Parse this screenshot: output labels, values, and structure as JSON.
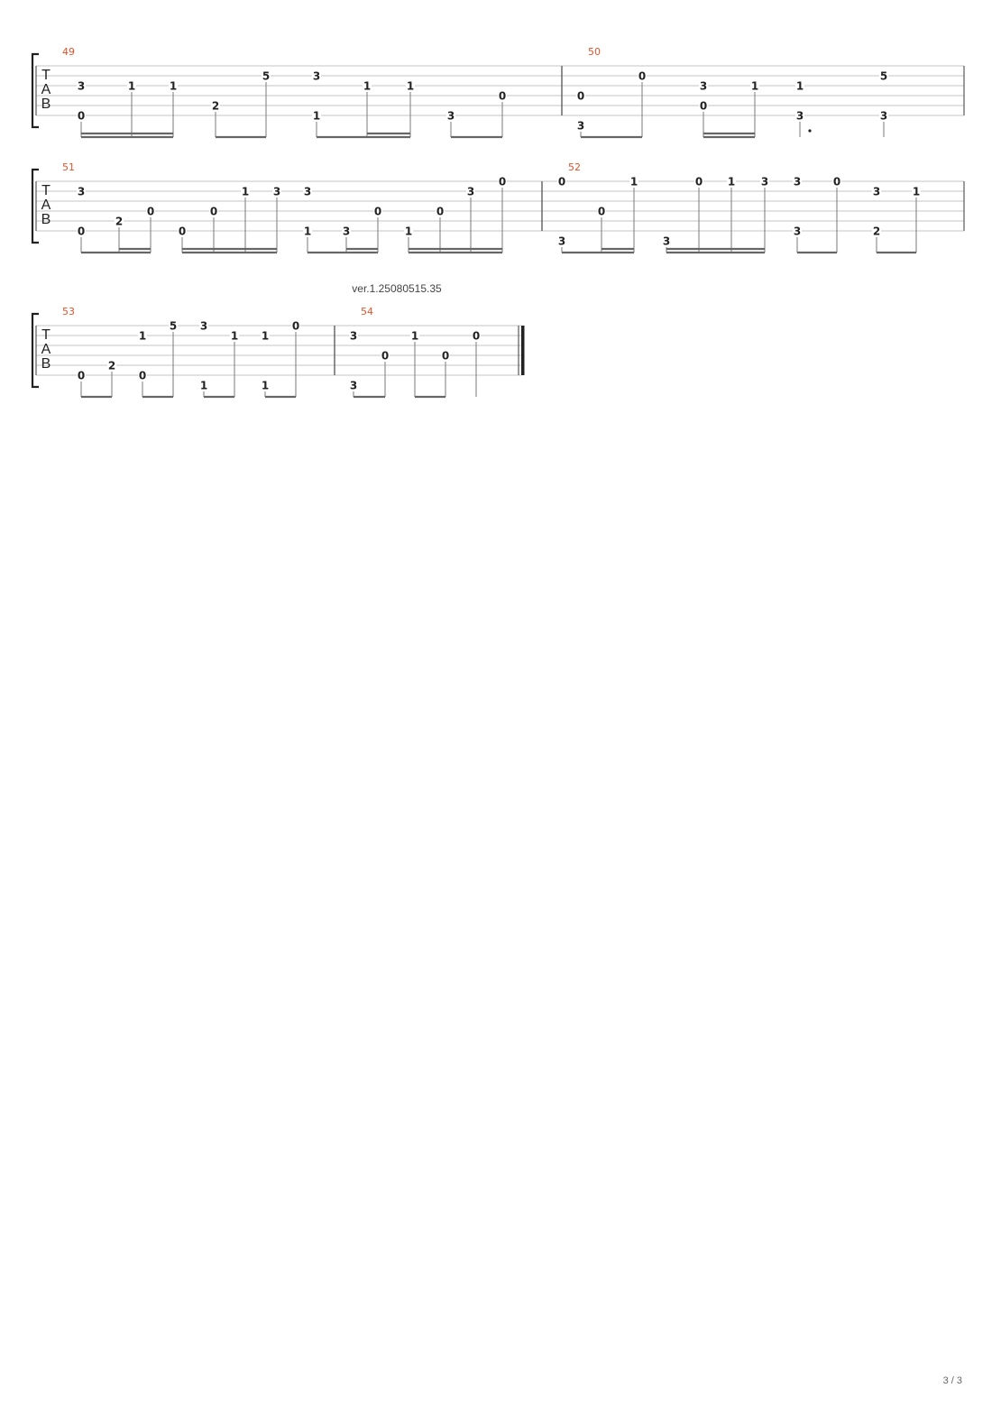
{
  "document": {
    "version_label": "ver.1.25080515.35",
    "page_label": "3 / 3"
  },
  "tab_labels": [
    "T",
    "A",
    "B"
  ],
  "systems": [
    {
      "measures": [
        {
          "number": "49",
          "notes": [
            {
              "s": 2,
              "f": "3"
            },
            {
              "s": 5,
              "f": "0"
            },
            {
              "s": 2,
              "f": "1"
            },
            {
              "s": 2,
              "f": "1"
            },
            {
              "s": 4,
              "f": "2"
            },
            {
              "s": 1,
              "f": "5"
            },
            {
              "s": 1,
              "f": "3"
            },
            {
              "s": 5,
              "f": "1"
            },
            {
              "s": 2,
              "f": "1"
            },
            {
              "s": 2,
              "f": "1"
            },
            {
              "s": 5,
              "f": "3"
            },
            {
              "s": 3,
              "f": "0"
            }
          ]
        },
        {
          "number": "50",
          "notes": [
            {
              "s": 3,
              "f": "0"
            },
            {
              "s": 6,
              "f": "3"
            },
            {
              "s": 1,
              "f": "0"
            },
            {
              "s": 2,
              "f": "3"
            },
            {
              "s": 4,
              "f": "0"
            },
            {
              "s": 2,
              "f": "1"
            },
            {
              "s": 2,
              "f": "1"
            },
            {
              "s": 5,
              "f": "3"
            },
            {
              "s": 1,
              "f": "5"
            },
            {
              "s": 5,
              "f": "3"
            }
          ]
        }
      ]
    },
    {
      "measures": [
        {
          "number": "51",
          "notes": [
            {
              "s": 1,
              "f": "3"
            },
            {
              "s": 5,
              "f": "0"
            },
            {
              "s": 4,
              "f": "2"
            },
            {
              "s": 3,
              "f": "0"
            },
            {
              "s": 5,
              "f": "0"
            },
            {
              "s": 3,
              "f": "0"
            },
            {
              "s": 1,
              "f": "1"
            },
            {
              "s": 1,
              "f": "3"
            },
            {
              "s": 1,
              "f": "3"
            },
            {
              "s": 5,
              "f": "1"
            },
            {
              "s": 5,
              "f": "3"
            },
            {
              "s": 3,
              "f": "0"
            },
            {
              "s": 5,
              "f": "1"
            },
            {
              "s": 3,
              "f": "0"
            },
            {
              "s": 1,
              "f": "3"
            },
            {
              "s": 0,
              "f": "0"
            }
          ]
        },
        {
          "number": "52",
          "notes": [
            {
              "s": 0,
              "f": "0"
            },
            {
              "s": 6,
              "f": "3"
            },
            {
              "s": 3,
              "f": "0"
            },
            {
              "s": 0,
              "f": "1"
            },
            {
              "s": 6,
              "f": "3"
            },
            {
              "s": 0,
              "f": "0"
            },
            {
              "s": 0,
              "f": "1"
            },
            {
              "s": 0,
              "f": "3"
            },
            {
              "s": 0,
              "f": "3"
            },
            {
              "s": 5,
              "f": "3"
            },
            {
              "s": 0,
              "f": "0"
            },
            {
              "s": 1,
              "f": "3"
            },
            {
              "s": 5,
              "f": "2"
            },
            {
              "s": 1,
              "f": "1"
            }
          ]
        }
      ]
    },
    {
      "measures": [
        {
          "number": "53",
          "notes": [
            {
              "s": 5,
              "f": "0"
            },
            {
              "s": 4,
              "f": "2"
            },
            {
              "s": 1,
              "f": "1"
            },
            {
              "s": 5,
              "f": "0"
            },
            {
              "s": 0,
              "f": "5"
            },
            {
              "s": 0,
              "f": "3"
            },
            {
              "s": 6,
              "f": "1"
            },
            {
              "s": 1,
              "f": "1"
            },
            {
              "s": 1,
              "f": "1"
            },
            {
              "s": 6,
              "f": "1"
            },
            {
              "s": 0,
              "f": "0"
            }
          ]
        },
        {
          "number": "54",
          "notes": [
            {
              "s": 1,
              "f": "3"
            },
            {
              "s": 6,
              "f": "3"
            },
            {
              "s": 3,
              "f": "0"
            },
            {
              "s": 1,
              "f": "1"
            },
            {
              "s": 3,
              "f": "0"
            },
            {
              "s": 1,
              "f": "0"
            }
          ]
        }
      ]
    }
  ]
}
